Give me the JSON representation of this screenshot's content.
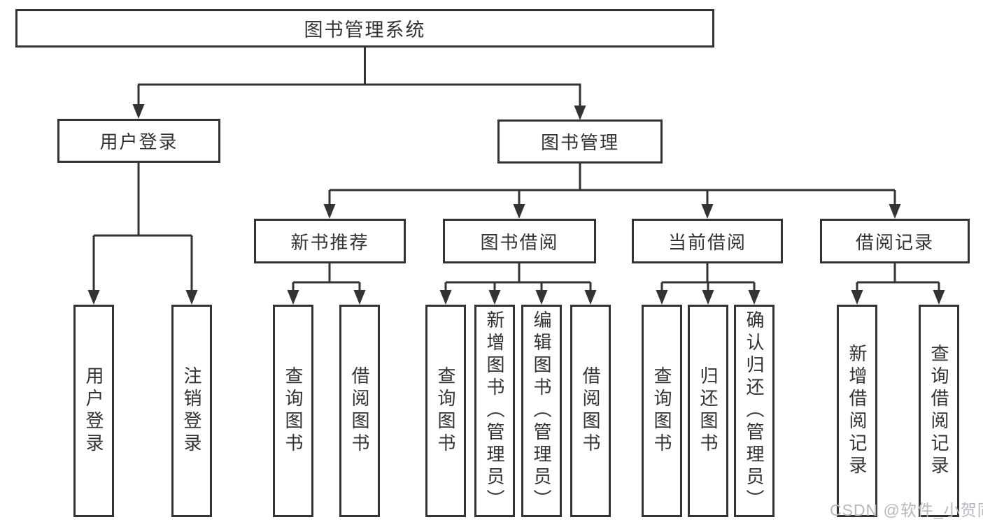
{
  "diagram": {
    "root": {
      "label": "图书管理系统"
    },
    "branches": [
      {
        "label": "用户登录",
        "children": [
          {
            "label": "用户登录"
          },
          {
            "label": "注销登录"
          }
        ]
      },
      {
        "label": "图书管理",
        "children": [
          {
            "label": "新书推荐",
            "children": [
              {
                "label": "查询图书"
              },
              {
                "label": "借阅图书"
              }
            ]
          },
          {
            "label": "图书借阅",
            "children": [
              {
                "label": "查询图书"
              },
              {
                "label": "新增图书（管理员）"
              },
              {
                "label": "编辑图书（管理员）"
              },
              {
                "label": "借阅图书"
              }
            ]
          },
          {
            "label": "当前借阅",
            "children": [
              {
                "label": "查询图书"
              },
              {
                "label": "归还图书"
              },
              {
                "label": "确认归还（管理员）"
              }
            ]
          },
          {
            "label": "借阅记录",
            "children": [
              {
                "label": "新增借阅记录"
              },
              {
                "label": "查询借阅记录"
              }
            ]
          }
        ]
      }
    ]
  },
  "watermark": "CSDN @软件_小贺同学",
  "colors": {
    "line": "#333333",
    "box_border": "#333333",
    "text": "#333333",
    "background": "#ffffff",
    "watermark": "#b5b9be"
  }
}
